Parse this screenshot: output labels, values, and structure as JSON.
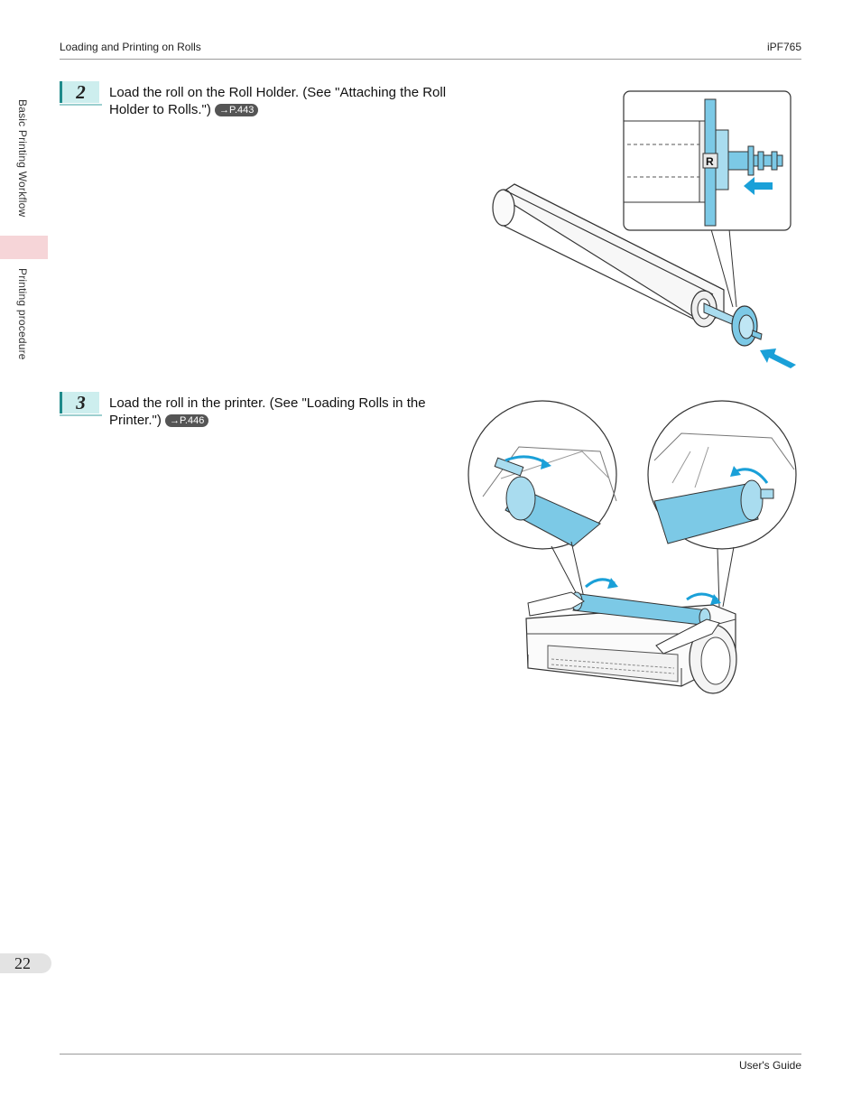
{
  "header": {
    "left": "Loading and Printing on Rolls",
    "right": "iPF765"
  },
  "sidebar": {
    "section": "Basic Printing Workflow",
    "subsection": "Printing procedure"
  },
  "steps": [
    {
      "number": "2",
      "text": "Load the roll on the Roll Holder.  (See \"Attaching the Roll Holder to Rolls.\") ",
      "ref": "→P.443"
    },
    {
      "number": "3",
      "text": "Load the roll in the printer.  (See \"Loading Rolls in the Printer.\") ",
      "ref": "→P.446"
    }
  ],
  "figures": {
    "roll_holder_label": "R"
  },
  "colors": {
    "accent_cyan": "#7cc9e6",
    "arrow_blue": "#1aa0d8",
    "side_tab": "#f6d5d8",
    "badge_bg": "#cdeeee"
  },
  "footer": {
    "page_number": "22",
    "right": "User's Guide"
  }
}
